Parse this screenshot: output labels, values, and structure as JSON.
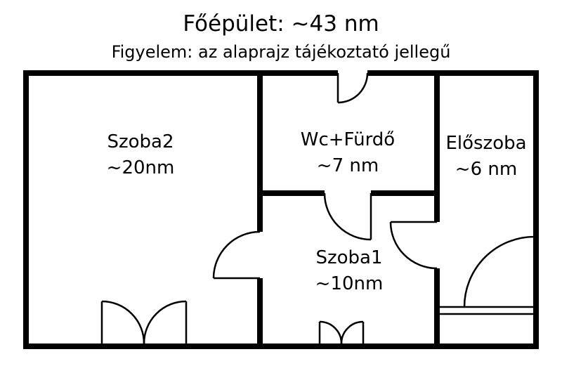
{
  "title": "Főépület: ~43 nm",
  "subtitle": "Figyelem: az alaprajz tájékoztató jellegű",
  "rooms": [
    {
      "name": "Szoba2",
      "area": "~20nm"
    },
    {
      "name": "Wc+Fürdő",
      "area": "~7 nm"
    },
    {
      "name": "Előszoba",
      "area": "~6 nm"
    },
    {
      "name": "Szoba1",
      "area": "~10nm"
    }
  ],
  "colors": {
    "wall": "#000000",
    "background": "#ffffff",
    "text": "#000000"
  }
}
